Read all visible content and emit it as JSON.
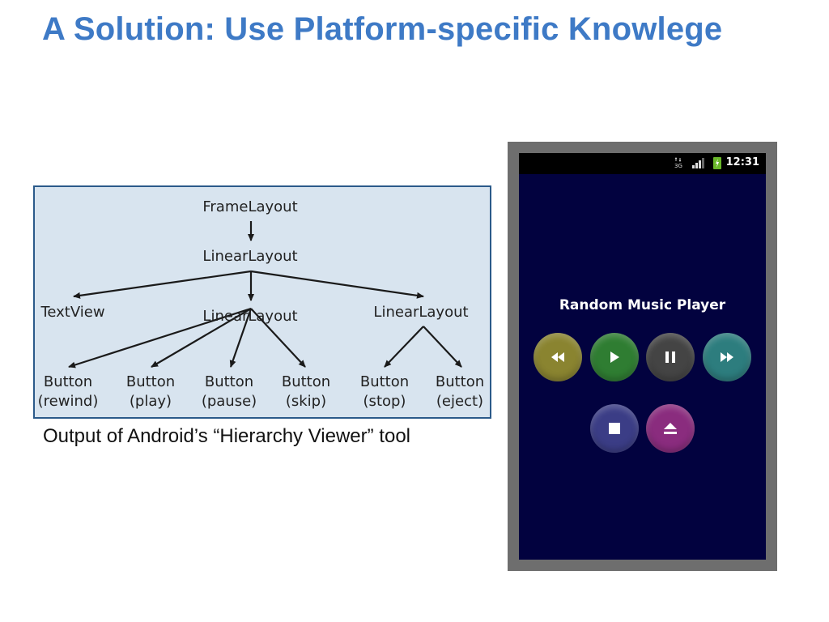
{
  "slide": {
    "title": "A Solution: Use Platform-specific Knowlege",
    "caption": "Output of Android’s “Hierarchy Viewer” tool"
  },
  "hierarchy": {
    "root": "FrameLayout",
    "child": "LinearLayout",
    "textview": "TextView",
    "controls_group": "LinearLayout",
    "extra_group": "LinearLayout",
    "buttons": [
      {
        "type": "Button",
        "name": "(rewind)"
      },
      {
        "type": "Button",
        "name": "(play)"
      },
      {
        "type": "Button",
        "name": "(pause)"
      },
      {
        "type": "Button",
        "name": "(skip)"
      },
      {
        "type": "Button",
        "name": "(stop)"
      },
      {
        "type": "Button",
        "name": "(eject)"
      }
    ]
  },
  "phone": {
    "status_time": "12:31",
    "network_label": "3G",
    "app_title": "Random Music Player",
    "buttons": [
      {
        "name": "rewind",
        "color": "#8a8430",
        "icon": "rewind-icon"
      },
      {
        "name": "play",
        "color": "#2f7d32",
        "icon": "play-icon"
      },
      {
        "name": "pause",
        "color": "#444444",
        "icon": "pause-icon"
      },
      {
        "name": "skip",
        "color": "#2d7d7e",
        "icon": "skip-icon"
      },
      {
        "name": "stop",
        "color": "#3b3d86",
        "icon": "stop-icon"
      },
      {
        "name": "eject",
        "color": "#8a2c7e",
        "icon": "eject-icon"
      }
    ]
  },
  "colors": {
    "title": "#3e7ac6",
    "diagram_bg": "#d8e4ef",
    "diagram_border": "#2b5a8a",
    "screen_bg": "#02023f"
  }
}
